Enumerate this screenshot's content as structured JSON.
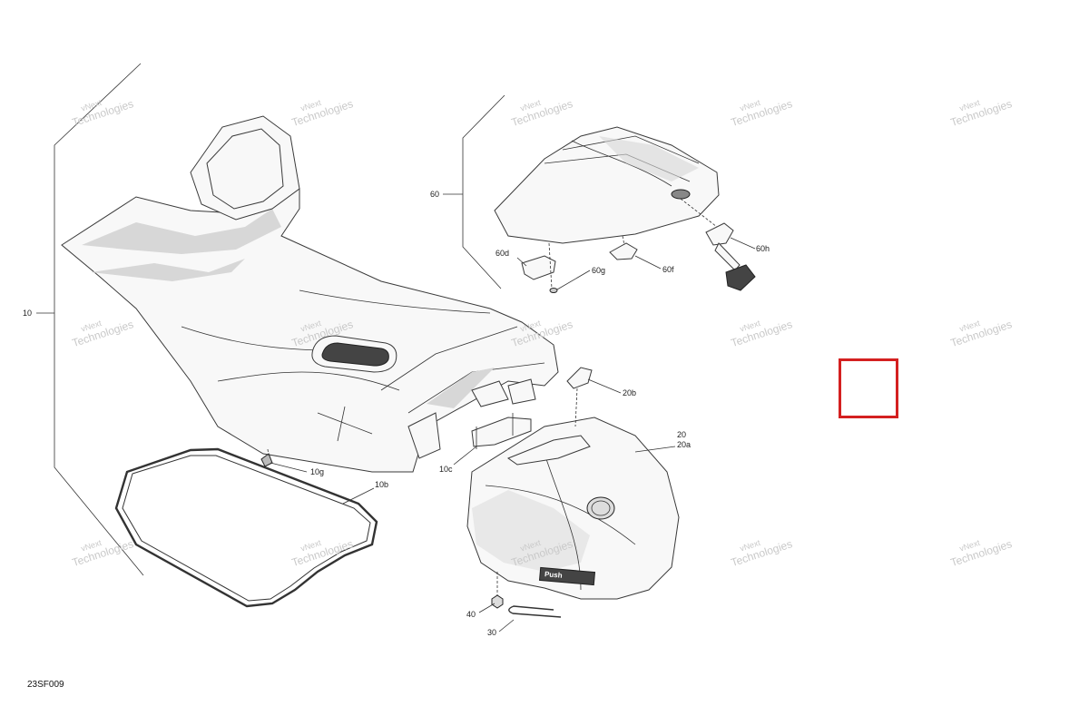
{
  "diagram_code": "23SF009",
  "watermark": {
    "line1": "vNext",
    "line2": "Technologies"
  },
  "callouts": [
    {
      "id": "c10",
      "text": "10"
    },
    {
      "id": "c10g",
      "text": "10g"
    },
    {
      "id": "c10b",
      "text": "10b"
    },
    {
      "id": "c10c",
      "text": "10c"
    },
    {
      "id": "c20b",
      "text": "20b"
    },
    {
      "id": "c20",
      "text": "20"
    },
    {
      "id": "c20a",
      "text": "20a"
    },
    {
      "id": "c40",
      "text": "40"
    },
    {
      "id": "c30",
      "text": "30"
    },
    {
      "id": "c60",
      "text": "60"
    },
    {
      "id": "c60d",
      "text": "60d"
    },
    {
      "id": "c60g",
      "text": "60g"
    },
    {
      "id": "c60f",
      "text": "60f"
    },
    {
      "id": "c60h",
      "text": "60h"
    }
  ],
  "emblem_text": "Push",
  "colors": {
    "highlight_box": "#d42020",
    "line": "#333333",
    "watermark": "#c9c9c9"
  }
}
